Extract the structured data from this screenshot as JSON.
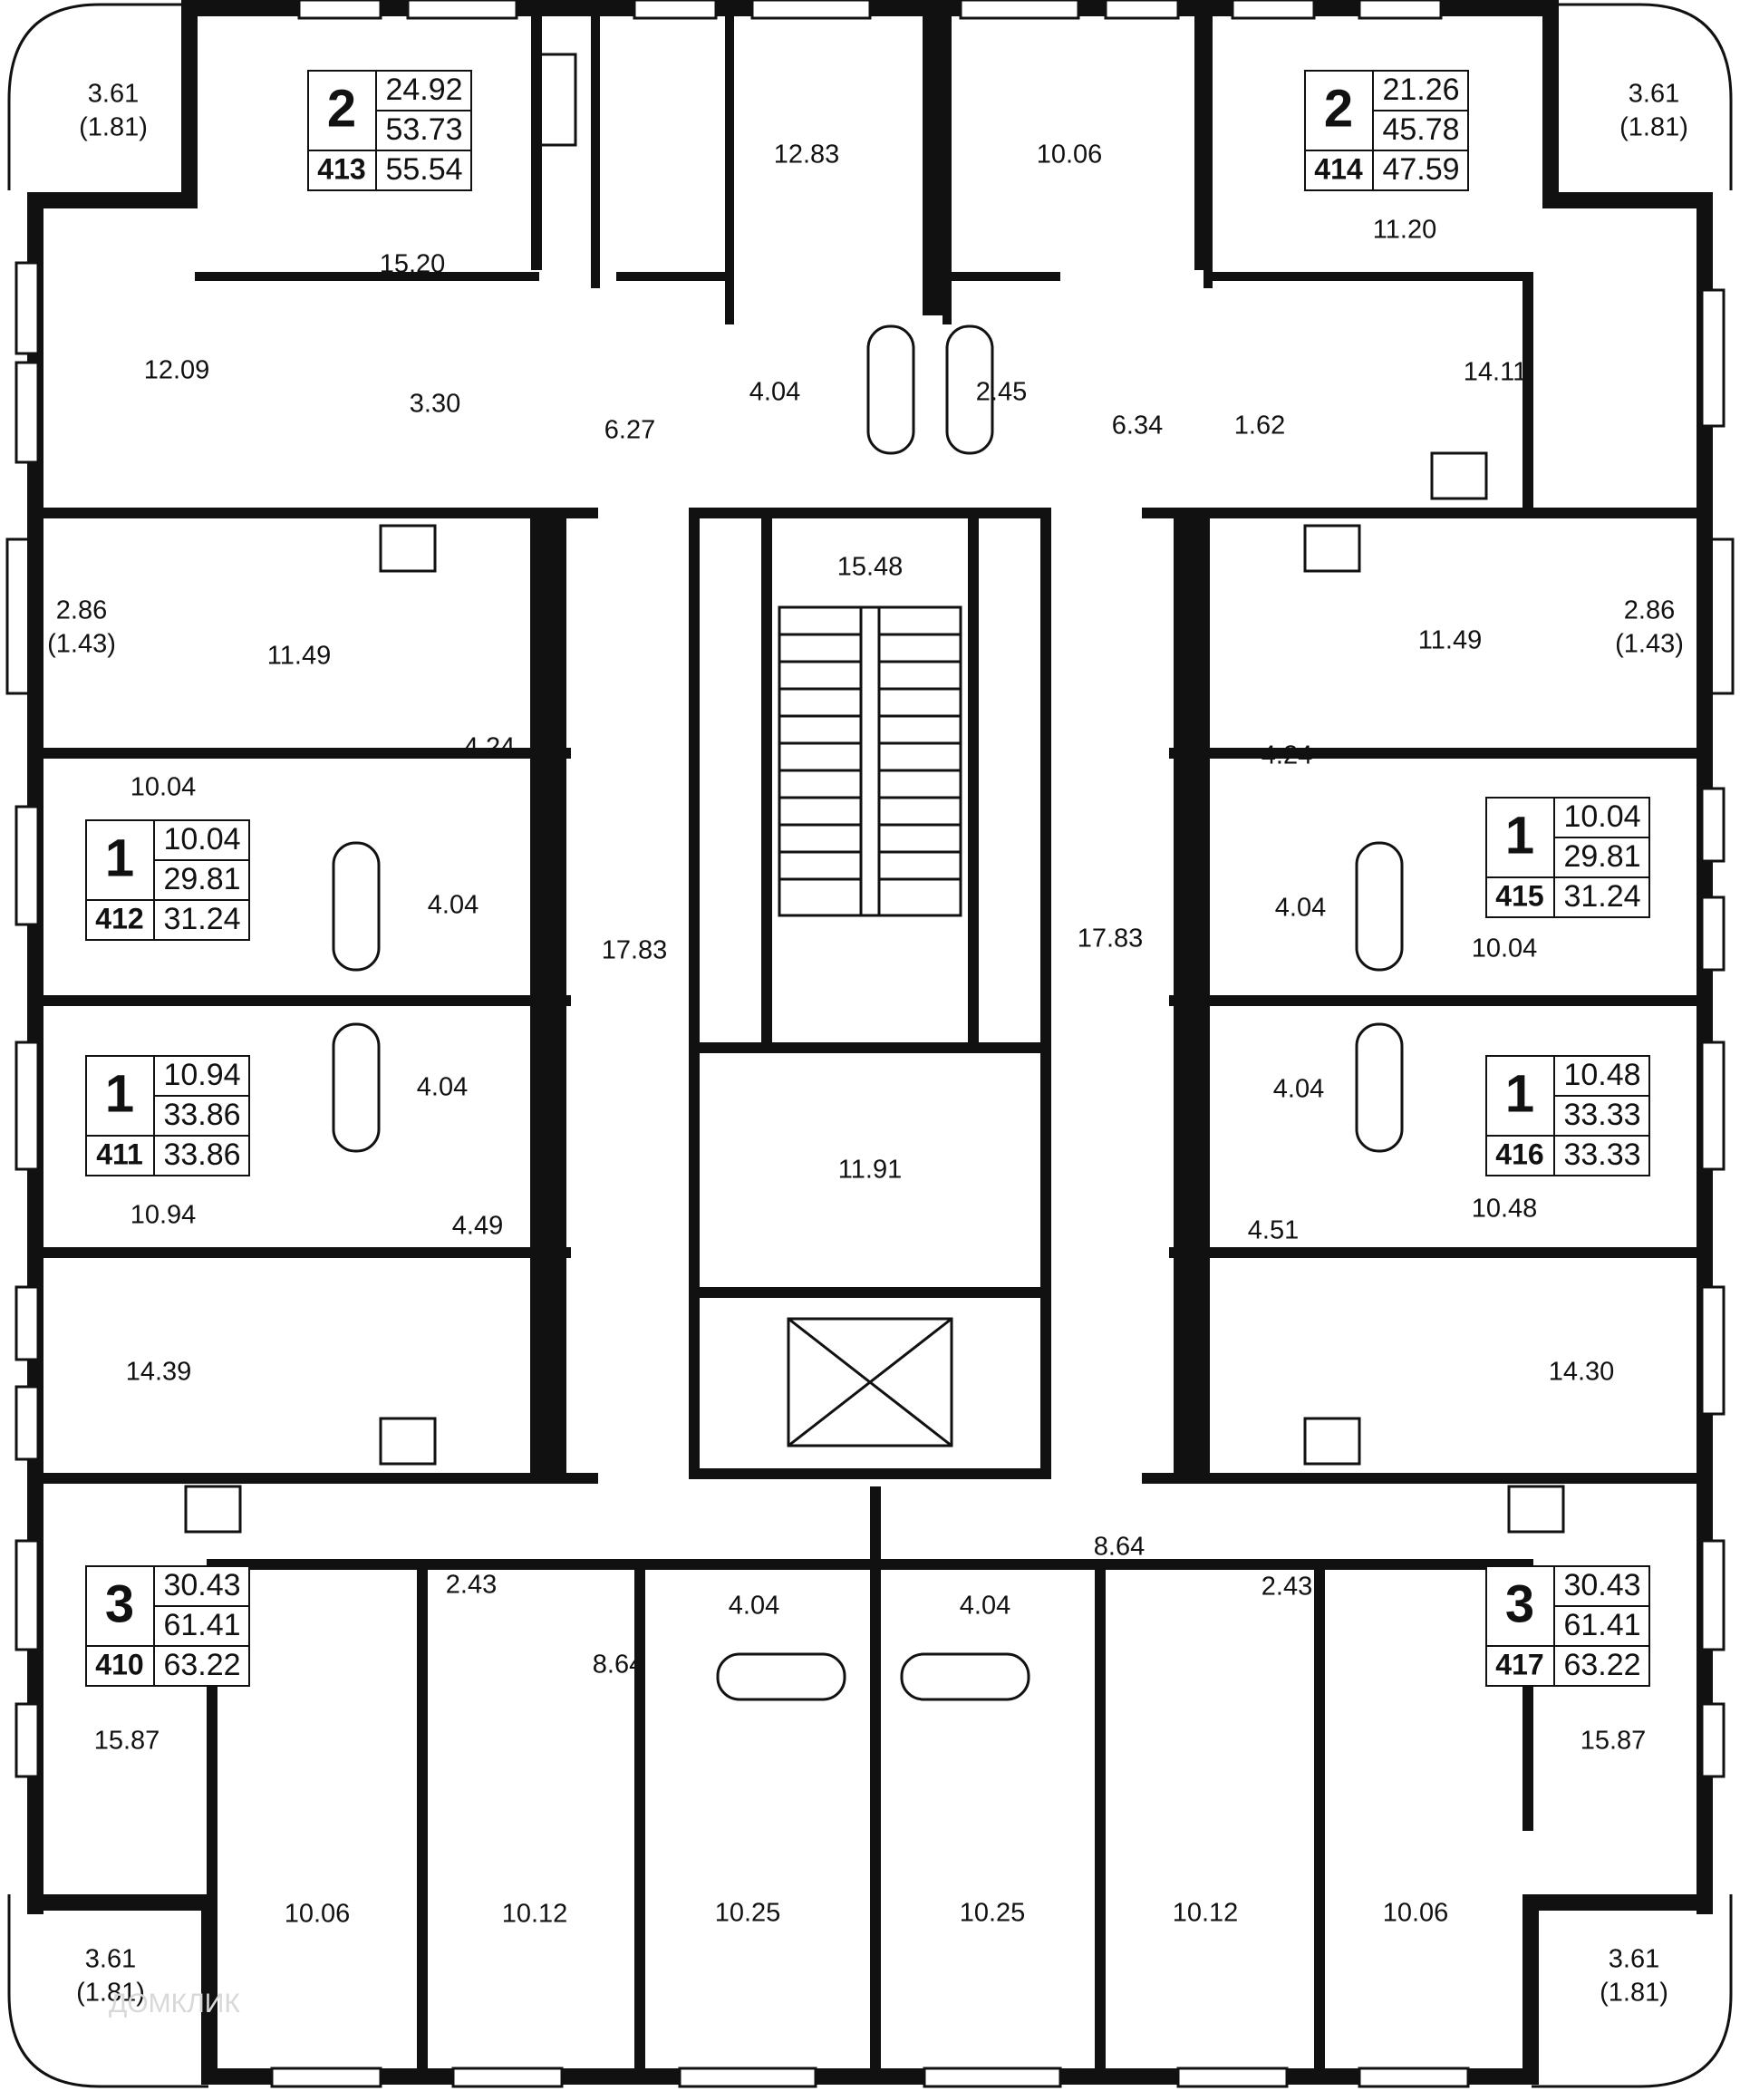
{
  "watermark": "ДОМКЛИК",
  "colors": {
    "wall": "#111111",
    "ink": "#111111",
    "watermark": "#d8d8d8"
  },
  "units": [
    {
      "id": "413",
      "rooms": "2",
      "area_living": "24.92",
      "area_total": "53.73",
      "area_with_balcony": "55.54"
    },
    {
      "id": "414",
      "rooms": "2",
      "area_living": "21.26",
      "area_total": "45.78",
      "area_with_balcony": "47.59"
    },
    {
      "id": "412",
      "rooms": "1",
      "area_living": "10.04",
      "area_total": "29.81",
      "area_with_balcony": "31.24"
    },
    {
      "id": "415",
      "rooms": "1",
      "area_living": "10.04",
      "area_total": "29.81",
      "area_with_balcony": "31.24"
    },
    {
      "id": "411",
      "rooms": "1",
      "area_living": "10.94",
      "area_total": "33.86",
      "area_with_balcony": "33.86"
    },
    {
      "id": "416",
      "rooms": "1",
      "area_living": "10.48",
      "area_total": "33.33",
      "area_with_balcony": "33.33"
    },
    {
      "id": "410",
      "rooms": "3",
      "area_living": "30.43",
      "area_total": "61.41",
      "area_with_balcony": "63.22"
    },
    {
      "id": "417",
      "rooms": "3",
      "area_living": "30.43",
      "area_total": "61.41",
      "area_with_balcony": "63.22"
    }
  ],
  "rooms": [
    {
      "label": "12.83"
    },
    {
      "label": "10.06"
    },
    {
      "label": "15.20"
    },
    {
      "label": "11.20"
    },
    {
      "label": "12.09"
    },
    {
      "label": "14.11"
    },
    {
      "label": "3.30"
    },
    {
      "label": "6.27"
    },
    {
      "label": "4.04"
    },
    {
      "label": "2.45"
    },
    {
      "label": "6.34"
    },
    {
      "label": "1.62"
    },
    {
      "label": "15.48"
    },
    {
      "label": "11.49"
    },
    {
      "label": "11.49"
    },
    {
      "label": "4.24"
    },
    {
      "label": "4.24"
    },
    {
      "label": "10.04"
    },
    {
      "label": "10.04"
    },
    {
      "label": "4.04"
    },
    {
      "label": "4.04"
    },
    {
      "label": "17.83"
    },
    {
      "label": "17.83"
    },
    {
      "label": "4.04"
    },
    {
      "label": "4.04"
    },
    {
      "label": "11.91"
    },
    {
      "label": "10.94"
    },
    {
      "label": "10.48"
    },
    {
      "label": "4.49"
    },
    {
      "label": "4.51"
    },
    {
      "label": "14.39"
    },
    {
      "label": "14.30"
    },
    {
      "label": "2.43"
    },
    {
      "label": "2.43"
    },
    {
      "label": "8.64"
    },
    {
      "label": "8.64"
    },
    {
      "label": "4.04"
    },
    {
      "label": "4.04"
    },
    {
      "label": "15.87"
    },
    {
      "label": "15.87"
    },
    {
      "label": "10.06"
    },
    {
      "label": "10.12"
    },
    {
      "label": "10.25"
    },
    {
      "label": "10.25"
    },
    {
      "label": "10.12"
    },
    {
      "label": "10.06"
    }
  ],
  "balconies": [
    {
      "area": "3.61",
      "reduced": "(1.81)"
    },
    {
      "area": "3.61",
      "reduced": "(1.81)"
    },
    {
      "area": "2.86",
      "reduced": "(1.43)"
    },
    {
      "area": "2.86",
      "reduced": "(1.43)"
    },
    {
      "area": "3.61",
      "reduced": "(1.81)"
    },
    {
      "area": "3.61",
      "reduced": "(1.81)"
    }
  ]
}
